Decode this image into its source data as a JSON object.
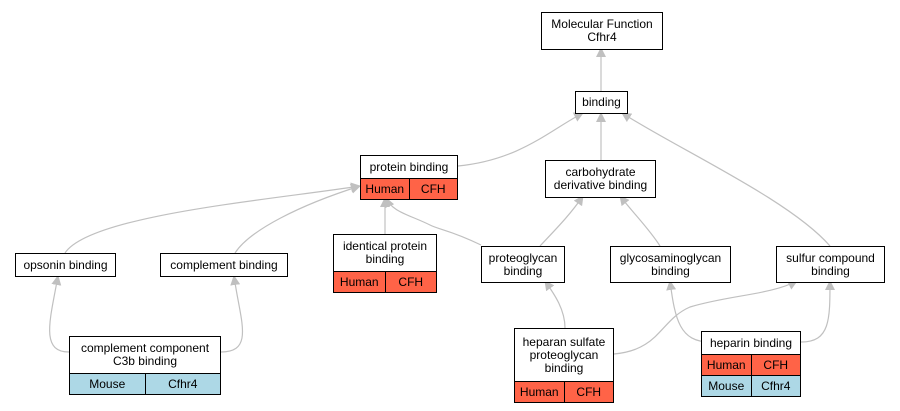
{
  "diagram": {
    "colors": {
      "human": "#ff6347",
      "mouse": "#add8e6",
      "edge": "#c0c0c0",
      "border": "#000000"
    },
    "nodes": [
      {
        "id": "mf",
        "label": "Molecular Function\nCfhr4",
        "rows": []
      },
      {
        "id": "binding",
        "label": "binding",
        "rows": []
      },
      {
        "id": "protein",
        "label": "protein binding",
        "rows": [
          [
            "Human",
            "CFH"
          ]
        ]
      },
      {
        "id": "carb",
        "label": "carbohydrate\nderivative binding",
        "rows": []
      },
      {
        "id": "opsonin",
        "label": "opsonin binding",
        "rows": []
      },
      {
        "id": "complement",
        "label": "complement binding",
        "rows": []
      },
      {
        "id": "identical",
        "label": "identical protein\nbinding",
        "rows": [
          [
            "Human",
            "CFH"
          ]
        ]
      },
      {
        "id": "proteoglycan",
        "label": "proteoglycan\nbinding",
        "rows": []
      },
      {
        "id": "gag",
        "label": "glycosaminoglycan\nbinding",
        "rows": []
      },
      {
        "id": "sulfur",
        "label": "sulfur compound\nbinding",
        "rows": []
      },
      {
        "id": "c3b",
        "label": "complement component\nC3b binding",
        "rows": [
          [
            "Mouse",
            "Cfhr4"
          ]
        ]
      },
      {
        "id": "hspg",
        "label": "heparan sulfate\nproteoglycan\nbinding",
        "rows": [
          [
            "Human",
            "CFH"
          ]
        ]
      },
      {
        "id": "heparin",
        "label": "heparin binding",
        "rows": [
          [
            "Human",
            "CFH"
          ],
          [
            "Mouse",
            "Cfhr4"
          ]
        ]
      }
    ],
    "edges": [
      {
        "from": "binding",
        "to": "mf"
      },
      {
        "from": "protein",
        "to": "binding"
      },
      {
        "from": "carb",
        "to": "binding"
      },
      {
        "from": "sulfur",
        "to": "binding"
      },
      {
        "from": "opsonin",
        "to": "protein"
      },
      {
        "from": "complement",
        "to": "protein"
      },
      {
        "from": "identical",
        "to": "protein"
      },
      {
        "from": "proteoglycan",
        "to": "protein"
      },
      {
        "from": "proteoglycan",
        "to": "carb"
      },
      {
        "from": "gag",
        "to": "carb"
      },
      {
        "from": "c3b",
        "to": "opsonin"
      },
      {
        "from": "c3b",
        "to": "complement"
      },
      {
        "from": "hspg",
        "to": "proteoglycan"
      },
      {
        "from": "hspg",
        "to": "sulfur"
      },
      {
        "from": "heparin",
        "to": "gag"
      },
      {
        "from": "heparin",
        "to": "sulfur"
      }
    ]
  }
}
